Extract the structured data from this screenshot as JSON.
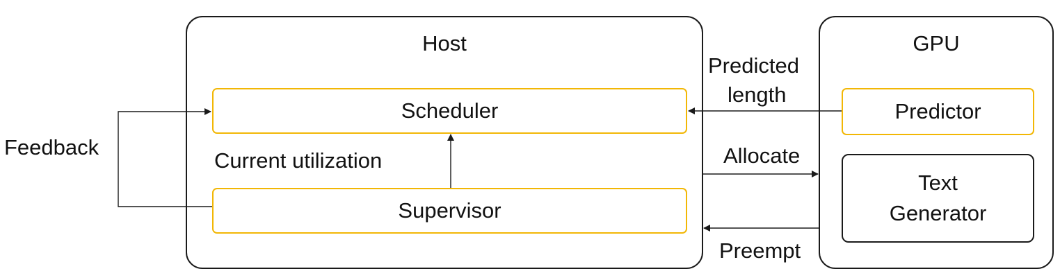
{
  "host": {
    "title": "Host",
    "scheduler_label": "Scheduler",
    "supervisor_label": "Supervisor",
    "utilization_label": "Current utilization"
  },
  "gpu": {
    "title": "GPU",
    "predictor_label": "Predictor",
    "text_generator_line1": "Text",
    "text_generator_line2": "Generator"
  },
  "edges": {
    "feedback_label": "Feedback",
    "predicted_line1": "Predicted",
    "predicted_line2": "length",
    "allocate_label": "Allocate",
    "preempt_label": "Preempt"
  },
  "colors": {
    "module_border": "#f2b705",
    "container_border": "#1a1a1a",
    "arrow": "#1a1a1a"
  }
}
